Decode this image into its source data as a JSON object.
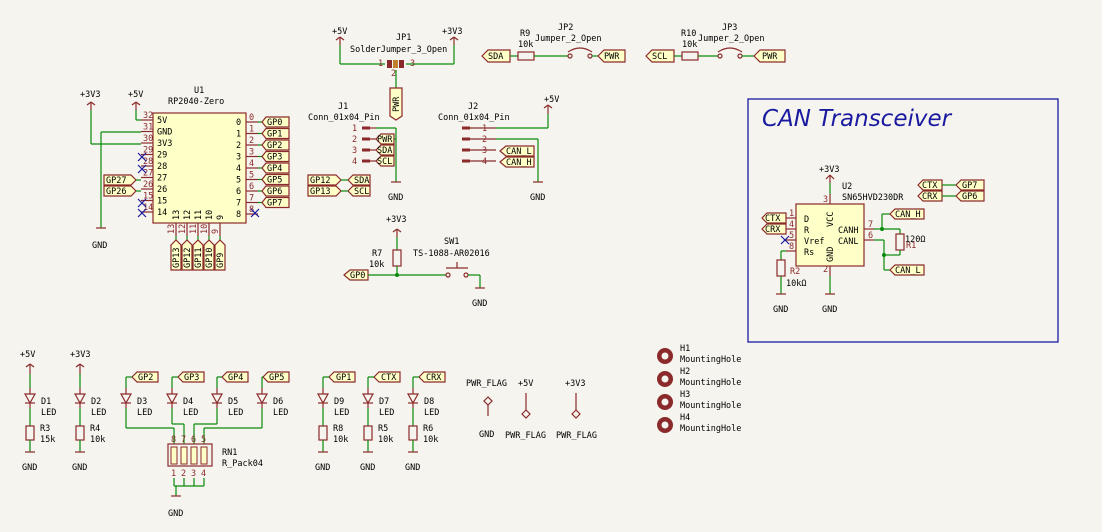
{
  "title_box": "CAN Transceiver",
  "power": {
    "p5v": "+5V",
    "p3v3": "+3V3",
    "gnd": "GND"
  },
  "jp1": {
    "ref": "JP1",
    "value": "SolderJumper_3_Open",
    "pins": [
      "1",
      "2",
      "3"
    ]
  },
  "jp2": {
    "ref": "JP2",
    "value": "Jumper_2_Open"
  },
  "jp3": {
    "ref": "JP3",
    "value": "Jumper_2_Open"
  },
  "r9": {
    "ref": "R9",
    "value": "10k"
  },
  "r10": {
    "ref": "R10",
    "value": "10k"
  },
  "u1": {
    "ref": "U1",
    "value": "RP2040-Zero",
    "left_names": [
      "5V",
      "GND",
      "3V3",
      "29",
      "28",
      "27",
      "26",
      "15",
      "14"
    ],
    "left_nums": [
      "32",
      "31",
      "30",
      "29",
      "28",
      "27",
      "26",
      "15",
      "14"
    ],
    "right_nums": [
      "0",
      "1",
      "2",
      "3",
      "4",
      "5",
      "6",
      "7",
      "8"
    ],
    "bottom_nums": [
      "13",
      "12",
      "11",
      "10",
      "9"
    ]
  },
  "j1": {
    "ref": "J1",
    "value": "Conn_01x04_Pin",
    "pins": [
      "1",
      "2",
      "3",
      "4"
    ]
  },
  "j2": {
    "ref": "J2",
    "value": "Conn_01x04_Pin",
    "pins": [
      "1",
      "2",
      "3",
      "4"
    ]
  },
  "r7": {
    "ref": "R7",
    "value": "10k"
  },
  "sw1": {
    "ref": "SW1",
    "value": "TS-1088-AR02016"
  },
  "u2": {
    "ref": "U2",
    "value": "SN65HVD230DR",
    "pins": {
      "d": "D",
      "r": "R",
      "vref": "Vref",
      "rs": "Rs",
      "vcc": "VCC",
      "canh": "CANH",
      "canl": "CANL",
      "gnd": "GND"
    },
    "pin_nums": [
      "1",
      "4",
      "5",
      "8",
      "3",
      "7",
      "6",
      "2"
    ]
  },
  "r1": {
    "ref": "R1",
    "value": "120Ω"
  },
  "r2": {
    "ref": "R2",
    "value": "10kΩ"
  },
  "labels": {
    "gp": [
      "GP0",
      "GP1",
      "GP2",
      "GP3",
      "GP4",
      "GP5",
      "GP6",
      "GP7"
    ],
    "gp_bottom": [
      "GP13",
      "GP12",
      "GP11",
      "GP10",
      "GP9"
    ],
    "gp27": "GP27",
    "gp26": "GP26",
    "pwr": "PWR",
    "sda": "SDA",
    "scl": "SCL",
    "gp12": "GP12",
    "gp13": "GP13",
    "can_l": "CAN_L",
    "can_h": "CAN_H",
    "ctx": "CTX",
    "crx": "CRX",
    "gp0": "GP0"
  },
  "mounting_holes": [
    {
      "ref": "H1",
      "value": "MountingHole"
    },
    {
      "ref": "H2",
      "value": "MountingHole"
    },
    {
      "ref": "H3",
      "value": "MountingHole"
    },
    {
      "ref": "H4",
      "value": "MountingHole"
    }
  ],
  "pwr_flags": [
    "PWR_FLAG",
    "PWR_FLAG",
    "PWR_FLAG"
  ],
  "leds": [
    {
      "ref": "D1",
      "value": "LED"
    },
    {
      "ref": "D2",
      "value": "LED"
    },
    {
      "ref": "D3",
      "value": "LED"
    },
    {
      "ref": "D4",
      "value": "LED"
    },
    {
      "ref": "D5",
      "value": "LED"
    },
    {
      "ref": "D6",
      "value": "LED"
    },
    {
      "ref": "D9",
      "value": "LED"
    },
    {
      "ref": "D7",
      "value": "LED"
    },
    {
      "ref": "D8",
      "value": "LED"
    }
  ],
  "led_res": [
    {
      "ref": "R3",
      "value": "15k"
    },
    {
      "ref": "R4",
      "value": "10k"
    },
    {
      "ref": "R8",
      "value": "10k"
    },
    {
      "ref": "R5",
      "value": "10k"
    },
    {
      "ref": "R6",
      "value": "10k"
    }
  ],
  "rn1": {
    "ref": "RN1",
    "value": "R_Pack04",
    "top_pins": [
      "8",
      "7",
      "6",
      "5"
    ],
    "bottom_pins": [
      "1",
      "2",
      "3",
      "4"
    ]
  },
  "led_gp": [
    "GP2",
    "GP3",
    "GP4",
    "GP5"
  ],
  "led_sig": [
    "GP1",
    "CTX",
    "CRX"
  ]
}
